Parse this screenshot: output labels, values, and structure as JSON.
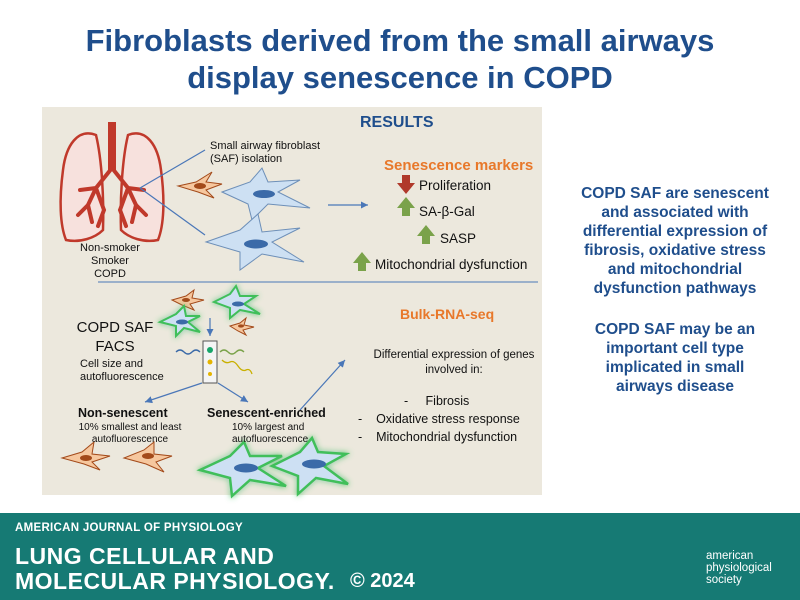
{
  "title": {
    "line1": "Fibroblasts derived from the small airways",
    "line2": "display senescence in COPD"
  },
  "panel": {
    "heading": "RESULTS",
    "isolation": {
      "line1": "Small airway fibroblast",
      "line2": "(SAF) isolation"
    },
    "groups": [
      "Non-smoker",
      "Smoker",
      "COPD"
    ],
    "senescence": {
      "title": "Senescence markers",
      "items": [
        {
          "label": "Proliferation",
          "direction": "down"
        },
        {
          "label": "SA-β-Gal",
          "direction": "up"
        },
        {
          "label": "SASP",
          "direction": "up"
        },
        {
          "label": "Mitochondrial dysfunction",
          "direction": "up"
        }
      ]
    },
    "facs": {
      "label1": "COPD SAF",
      "label2": "FACS",
      "desc1": "Cell size and",
      "desc2": "autofluorescence"
    },
    "non_senescent": {
      "title": "Non-senescent",
      "desc1": "10% smallest and least",
      "desc2": "autofluorescence"
    },
    "senescent": {
      "title": "Senescent-enriched",
      "desc1": "10% largest and",
      "desc2": "autofluorescence"
    },
    "rnaseq": {
      "title": "Bulk-RNA-seq",
      "intro1": "Differential expression of genes",
      "intro2": "involved in:",
      "items": [
        "Fibrosis",
        "Oxidative stress response",
        "Mitochondrial dysfunction"
      ]
    }
  },
  "conclusions": {
    "c1": [
      "COPD SAF are senescent",
      "and associated with",
      "differential expression of",
      "fibrosis, oxidative stress",
      "and mitochondrial",
      "dysfunction pathways"
    ],
    "c2": [
      "COPD SAF may be an",
      "important cell type",
      "implicated in small",
      "airways disease"
    ]
  },
  "footer": {
    "journal": "AMERICAN JOURNAL OF PHYSIOLOGY",
    "name1": "LUNG CELLULAR AND",
    "name2": "MOLECULAR PHYSIOLOGY.",
    "year": "© 2024",
    "society": [
      "american",
      "physiological",
      "society"
    ]
  },
  "colors": {
    "title": "#1f4e8c",
    "panel_bg": "#ece8dd",
    "orange": "#e8782a",
    "footer_bg": "#167a74",
    "arrow_up": "#7aa24a",
    "arrow_down": "#b0392b",
    "lung": "#c0392b"
  }
}
